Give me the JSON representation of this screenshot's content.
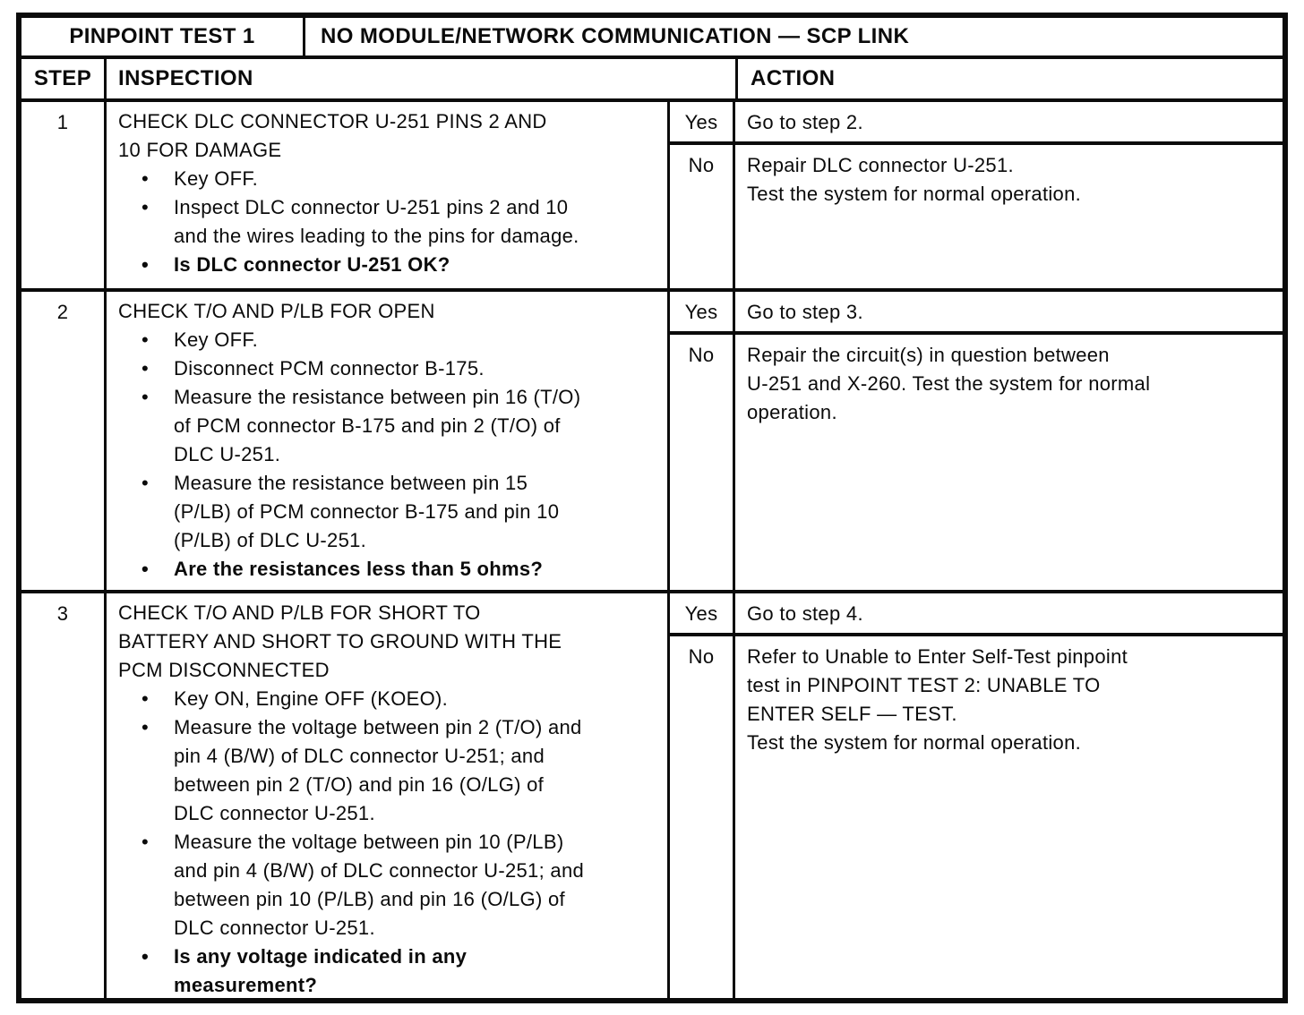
{
  "glyphs": {
    "bullet": "•"
  },
  "header": {
    "test_label": "PINPOINT TEST 1",
    "test_title": "NO MODULE/NETWORK COMMUNICATION — SCP LINK"
  },
  "columns": {
    "step": "STEP",
    "inspection": "INSPECTION",
    "action": "ACTION"
  },
  "steps": [
    {
      "number": "1",
      "heading": "CHECK DLC CONNECTOR U-251 PINS 2 AND\n10 FOR DAMAGE",
      "bullets": [
        {
          "text": "Key OFF."
        },
        {
          "text": "Inspect DLC connector U-251 pins 2 and 10\nand the wires leading to the pins for damage."
        },
        {
          "text": "Is DLC connector U-251 OK?"
        }
      ],
      "yes": {
        "label": "Yes",
        "action": "Go to step 2."
      },
      "no": {
        "label": "No",
        "action": "Repair DLC connector U-251.\nTest the system for normal operation."
      }
    },
    {
      "number": "2",
      "heading": "CHECK T/O AND P/LB FOR OPEN",
      "bullets": [
        {
          "text": "Key OFF."
        },
        {
          "text": "Disconnect PCM connector B-175."
        },
        {
          "text": "Measure the resistance between pin 16 (T/O)\nof PCM connector B-175 and pin 2 (T/O) of\nDLC U-251."
        },
        {
          "text": "Measure the resistance between pin 15\n(P/LB) of PCM connector B-175 and pin 10\n(P/LB) of DLC U-251."
        },
        {
          "text": "Are the resistances less than 5 ohms?"
        }
      ],
      "yes": {
        "label": "Yes",
        "action": "Go to step 3."
      },
      "no": {
        "label": "No",
        "action": "Repair the circuit(s) in question between\nU-251 and X-260. Test the system for normal\noperation."
      }
    },
    {
      "number": "3",
      "heading": "CHECK T/O AND P/LB FOR SHORT TO\nBATTERY AND SHORT TO GROUND WITH THE\nPCM DISCONNECTED",
      "bullets": [
        {
          "text": "Key ON, Engine OFF (KOEO)."
        },
        {
          "text": "Measure the voltage between pin 2 (T/O) and\npin 4 (B/W) of DLC connector U-251; and\nbetween pin 2 (T/O) and pin 16 (O/LG) of\nDLC connector U-251."
        },
        {
          "text": "Measure the voltage between pin 10 (P/LB)\nand pin 4 (B/W) of DLC connector U-251; and\nbetween pin 10 (P/LB) and pin 16 (O/LG) of\nDLC connector U-251."
        },
        {
          "text": "Is any voltage indicated in any\nmeasurement?"
        }
      ],
      "yes": {
        "label": "Yes",
        "action": "Go to step 4."
      },
      "no": {
        "label": "No",
        "action": "Refer to Unable to Enter Self-Test pinpoint\ntest in PINPOINT TEST 2: UNABLE TO\nENTER SELF — TEST.\nTest the system for normal operation."
      }
    }
  ]
}
